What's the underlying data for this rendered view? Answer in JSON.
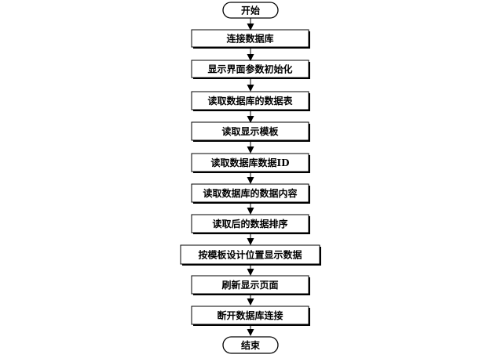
{
  "flowchart": {
    "start": {
      "label": "开始"
    },
    "steps": [
      {
        "label": "连接数据库"
      },
      {
        "label": "显示界面参数初始化"
      },
      {
        "label": "读取数据库的数据表"
      },
      {
        "label": "读取显示模板"
      },
      {
        "label": "读取数据库数据ID"
      },
      {
        "label": "读取数据库的数据内容"
      },
      {
        "label": "读取后的数据排序"
      },
      {
        "label": "按模板设计位置显示数据"
      },
      {
        "label": "刷新显示页面"
      },
      {
        "label": "断开数据库连接"
      }
    ],
    "end": {
      "label": "结束"
    }
  }
}
